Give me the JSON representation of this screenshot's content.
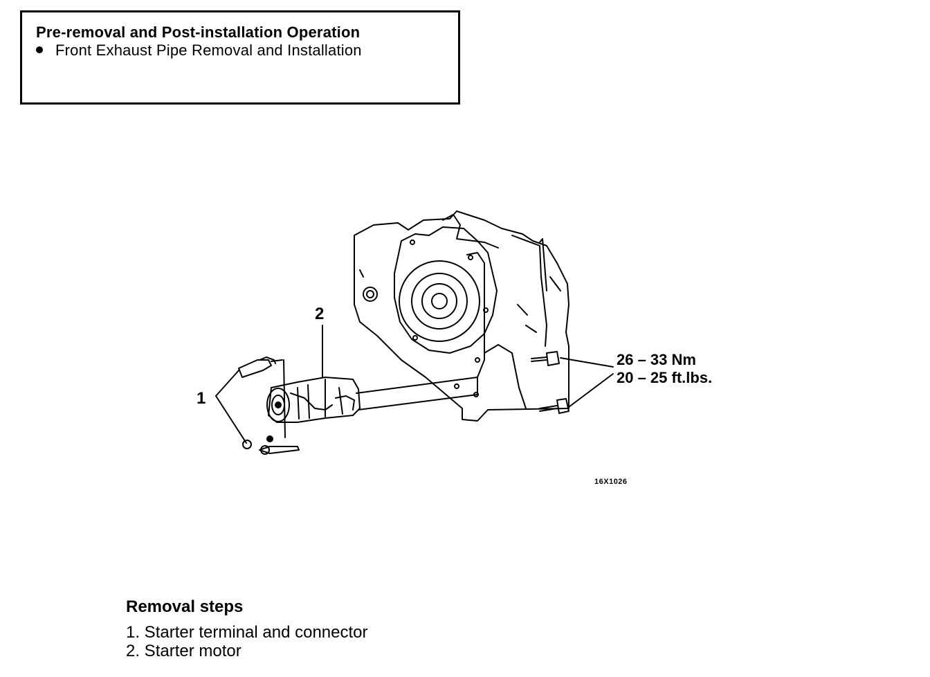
{
  "operation_box": {
    "title": "Pre-removal and Post-installation Operation",
    "items": [
      {
        "text": "Front Exhaust Pipe Removal and Installation"
      }
    ]
  },
  "diagram": {
    "callouts": {
      "terminal_connector": "1",
      "starter_motor": "2"
    },
    "torque": {
      "metric": "26 – 33 Nm",
      "imperial": "20 – 25 ft.lbs."
    },
    "figure_id": "16X1026"
  },
  "removal_steps": {
    "title": "Removal steps",
    "steps": [
      {
        "label": "1. Starter terminal and connector"
      },
      {
        "label": "2. Starter motor"
      }
    ]
  }
}
